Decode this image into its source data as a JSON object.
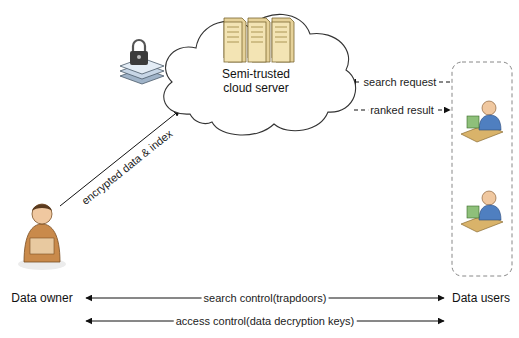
{
  "diagram": {
    "nodes": [
      {
        "text": [
          "Data owner"
        ]
      },
      {
        "text": [
          "Semi-trusted cloud server"
        ]
      },
      {
        "text": [
          "Data users"
        ]
      }
    ],
    "edges": [
      {
        "from": 0,
        "to": 1,
        "label": "encrypted data & index",
        "arrow": "to"
      },
      {
        "from": 2,
        "to": 1,
        "label": "search request",
        "arrow": "to"
      },
      {
        "from": 1,
        "to": 2,
        "label": "ranked result",
        "arrow": "to"
      },
      {
        "from": 0,
        "to": 2,
        "label": "search control(trapdoors)",
        "arrow": "both"
      },
      {
        "from": 0,
        "to": 2,
        "label": "access control(data decryption keys)",
        "arrow": "both"
      }
    ]
  }
}
